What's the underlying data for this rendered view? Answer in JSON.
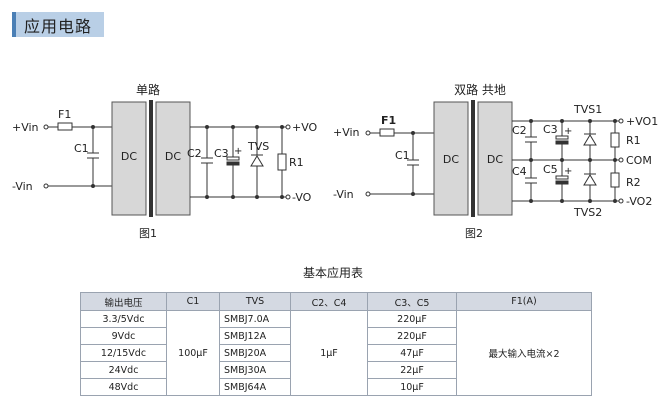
{
  "page_title": "应用电路",
  "fig1": {
    "heading": "单路",
    "caption": "图1",
    "labels": {
      "vin_pos": "+Vin",
      "vin_neg": "-Vin",
      "f1": "F1",
      "c1": "C1",
      "dc_left": "DC",
      "dc_right": "DC",
      "c2": "C2",
      "c3": "C3",
      "plus": "+",
      "tvs": "TVS",
      "r1": "R1",
      "vo_pos": "+VO",
      "vo_neg": "-VO"
    }
  },
  "fig2": {
    "heading": "双路 共地",
    "caption": "图2",
    "labels": {
      "vin_pos": "+Vin",
      "vin_neg": "-Vin",
      "f1": "F1",
      "c1": "C1",
      "dc_left": "DC",
      "dc_right": "DC",
      "c2": "C2",
      "c3": "C3",
      "c4": "C4",
      "c5": "C5",
      "plus_top": "+",
      "plus_bot": "+",
      "tvs1": "TVS1",
      "tvs2": "TVS2",
      "r1": "R1",
      "r2": "R2",
      "vo1": "+VO1",
      "com": "COM",
      "vo2": "-VO2"
    }
  },
  "table": {
    "title": "基本应用表",
    "headers": [
      "输出电压",
      "C1",
      "TVS",
      "C2、C4",
      "C3、C5",
      "F1(A)"
    ],
    "rows": [
      {
        "voltage": "3.3/5Vdc",
        "tvs": "SMBJ7.0A",
        "c3c5": "220μF"
      },
      {
        "voltage": "9Vdc",
        "tvs": "SMBJ12A",
        "c3c5": "220μF"
      },
      {
        "voltage": "12/15Vdc",
        "tvs": "SMBJ20A",
        "c3c5": "47μF"
      },
      {
        "voltage": "24Vdc",
        "tvs": "SMBJ30A",
        "c3c5": "22μF"
      },
      {
        "voltage": "48Vdc",
        "tvs": "SMBJ64A",
        "c3c5": "10μF"
      }
    ],
    "c1_value": "100μF",
    "c2c4_value": "1μF",
    "f1_value": "最大输入电流×2"
  }
}
